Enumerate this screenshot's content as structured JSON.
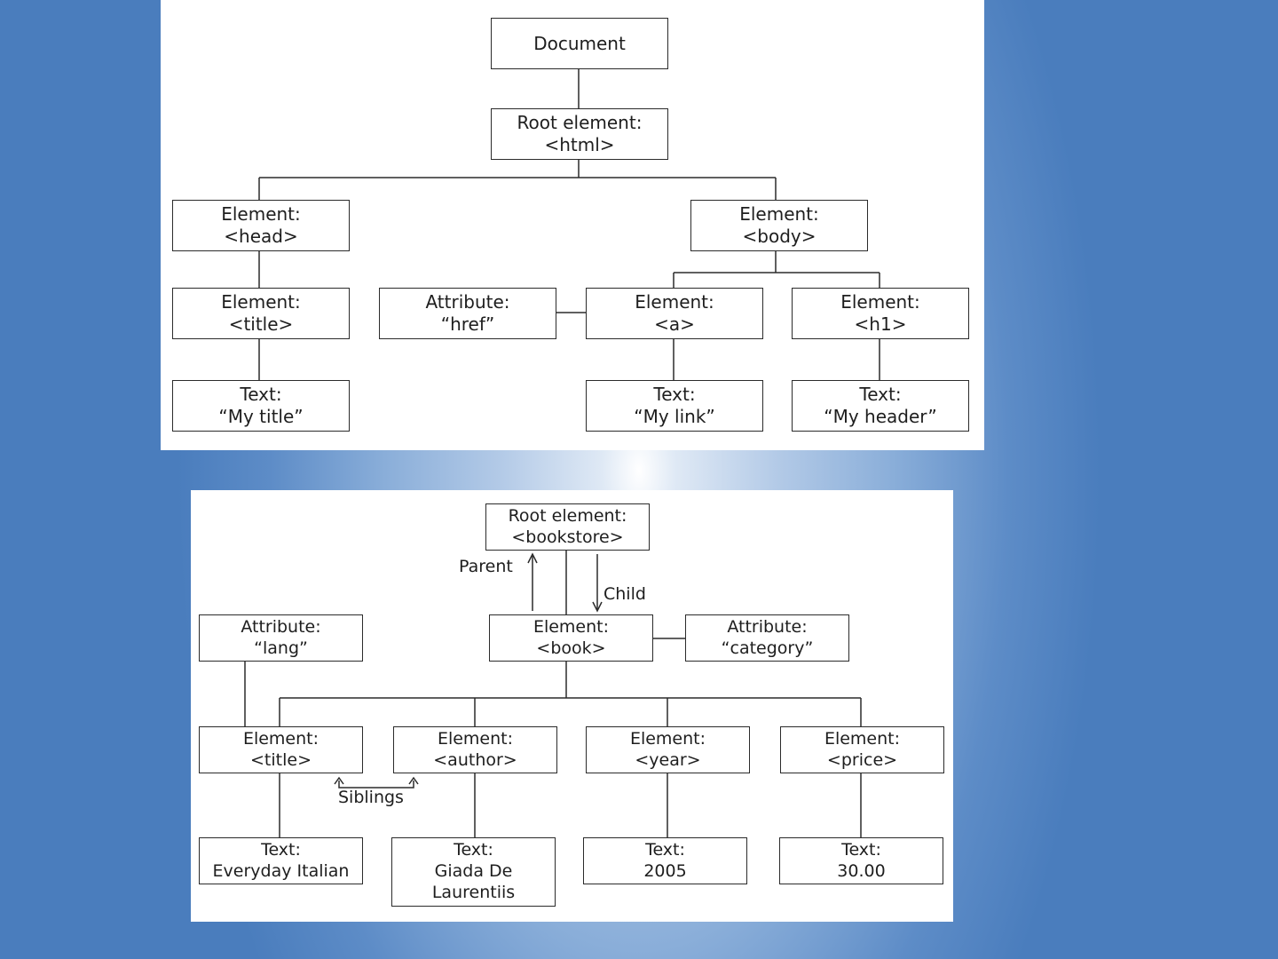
{
  "html_dom": {
    "document": [
      "Document"
    ],
    "root": [
      "Root element:",
      "<html>"
    ],
    "head": [
      "Element:",
      "<head>"
    ],
    "body": [
      "Element:",
      "<body>"
    ],
    "title": [
      "Element:",
      "<title>"
    ],
    "href": [
      "Attribute:",
      "“href”"
    ],
    "a": [
      "Element:",
      "<a>"
    ],
    "h1": [
      "Element:",
      "<h1>"
    ],
    "text_title": [
      "Text:",
      "“My title”"
    ],
    "text_link": [
      "Text:",
      "“My link”"
    ],
    "text_header": [
      "Text:",
      "“My header”"
    ]
  },
  "xml_dom": {
    "root": [
      "Root element:",
      "<bookstore>"
    ],
    "book": [
      "Element:",
      "<book>"
    ],
    "lang": [
      "Attribute:",
      "“lang”"
    ],
    "category": [
      "Attribute:",
      "“category”"
    ],
    "title": [
      "Element:",
      "<title>"
    ],
    "author": [
      "Element:",
      "<author>"
    ],
    "year": [
      "Element:",
      "<year>"
    ],
    "price": [
      "Element:",
      "<price>"
    ],
    "text_title": [
      "Text:",
      "Everyday Italian"
    ],
    "text_author": [
      "Text:",
      "Giada De",
      "Laurentiis"
    ],
    "text_year": [
      "Text:",
      "2005"
    ],
    "text_price": [
      "Text:",
      "30.00"
    ],
    "parent_label": "Parent",
    "child_label": "Child",
    "siblings_label": "Siblings"
  }
}
